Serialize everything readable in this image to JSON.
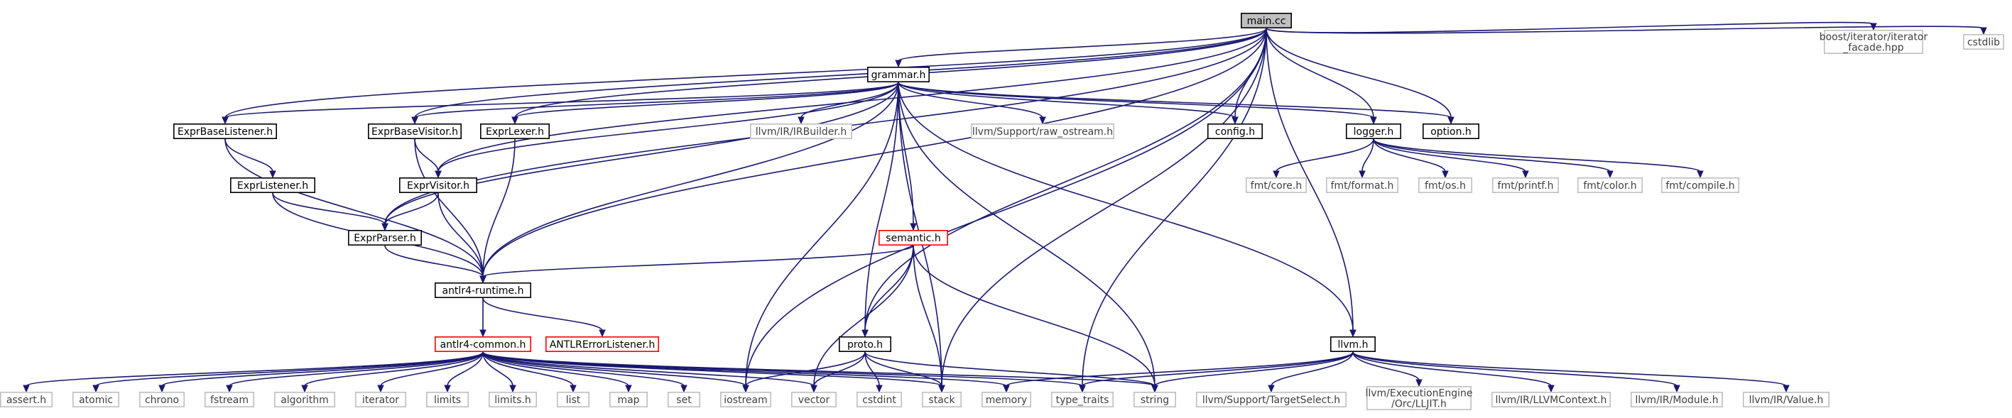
{
  "colors": {
    "edge": "#191970",
    "text": "#000000",
    "normal_border": "#000000",
    "normal_fill": "#ffffff",
    "root_fill": "#bfbfbf",
    "truncated_border": "#ff0000",
    "system_border": "#bfbfbf",
    "system_text": "#404040"
  },
  "nodes": {
    "main_cc": {
      "label": "main.cc",
      "kind": "root"
    },
    "boost_iter": {
      "label": "boost/iterator/iterator\n_facade.hpp",
      "kind": "system"
    },
    "cstdlib": {
      "label": "cstdlib",
      "kind": "system"
    },
    "grammar_h": {
      "label": "grammar.h",
      "kind": "normal"
    },
    "ExprBaseListener_h": {
      "label": "ExprBaseListener.h",
      "kind": "normal"
    },
    "ExprBaseVisitor_h": {
      "label": "ExprBaseVisitor.h",
      "kind": "normal"
    },
    "ExprLexer_h": {
      "label": "ExprLexer.h",
      "kind": "normal"
    },
    "IRBuilder_h": {
      "label": "llvm/IR/IRBuilder.h",
      "kind": "system"
    },
    "raw_ostream_h": {
      "label": "llvm/Support/raw_ostream.h",
      "kind": "system"
    },
    "config_h": {
      "label": "config.h",
      "kind": "normal"
    },
    "logger_h": {
      "label": "logger.h",
      "kind": "normal"
    },
    "option_h": {
      "label": "option.h",
      "kind": "normal"
    },
    "ExprListener_h": {
      "label": "ExprListener.h",
      "kind": "normal"
    },
    "ExprVisitor_h": {
      "label": "ExprVisitor.h",
      "kind": "normal"
    },
    "fmt_core": {
      "label": "fmt/core.h",
      "kind": "system"
    },
    "fmt_format": {
      "label": "fmt/format.h",
      "kind": "system"
    },
    "fmt_os": {
      "label": "fmt/os.h",
      "kind": "system"
    },
    "fmt_printf": {
      "label": "fmt/printf.h",
      "kind": "system"
    },
    "fmt_color": {
      "label": "fmt/color.h",
      "kind": "system"
    },
    "fmt_compile": {
      "label": "fmt/compile.h",
      "kind": "system"
    },
    "ExprParser_h": {
      "label": "ExprParser.h",
      "kind": "normal"
    },
    "semantic_h": {
      "label": "semantic.h",
      "kind": "truncated"
    },
    "antlr4_runtime_h": {
      "label": "antlr4-runtime.h",
      "kind": "normal"
    },
    "antlr4_common_h": {
      "label": "antlr4-common.h",
      "kind": "truncated"
    },
    "ANTLRErrorListener_h": {
      "label": "ANTLRErrorListener.h",
      "kind": "truncated"
    },
    "proto_h": {
      "label": "proto.h",
      "kind": "normal"
    },
    "llvm_h": {
      "label": "llvm.h",
      "kind": "normal"
    },
    "assert_h": {
      "label": "assert.h",
      "kind": "system"
    },
    "atomic": {
      "label": "atomic",
      "kind": "system"
    },
    "chrono": {
      "label": "chrono",
      "kind": "system"
    },
    "fstream": {
      "label": "fstream",
      "kind": "system"
    },
    "algorithm": {
      "label": "algorithm",
      "kind": "system"
    },
    "iterator": {
      "label": "iterator",
      "kind": "system"
    },
    "limits": {
      "label": "limits",
      "kind": "system"
    },
    "limits_h": {
      "label": "limits.h",
      "kind": "system"
    },
    "list": {
      "label": "list",
      "kind": "system"
    },
    "map": {
      "label": "map",
      "kind": "system"
    },
    "set": {
      "label": "set",
      "kind": "system"
    },
    "iostream": {
      "label": "iostream",
      "kind": "system"
    },
    "vector": {
      "label": "vector",
      "kind": "system"
    },
    "cstdint": {
      "label": "cstdint",
      "kind": "system"
    },
    "stack": {
      "label": "stack",
      "kind": "system"
    },
    "memory": {
      "label": "memory",
      "kind": "system"
    },
    "type_traits": {
      "label": "type_traits",
      "kind": "system"
    },
    "string": {
      "label": "string",
      "kind": "system"
    },
    "TargetSelect_h": {
      "label": "llvm/Support/TargetSelect.h",
      "kind": "system"
    },
    "LLJIT_h": {
      "label": "llvm/ExecutionEngine\n/Orc/LLJIT.h",
      "kind": "system"
    },
    "LLVMContext_h": {
      "label": "llvm/IR/LLVMContext.h",
      "kind": "system"
    },
    "Module_h": {
      "label": "llvm/IR/Module.h",
      "kind": "system"
    },
    "Value_h": {
      "label": "llvm/IR/Value.h",
      "kind": "system"
    }
  },
  "edges": [
    [
      "main_cc",
      "grammar_h"
    ],
    [
      "main_cc",
      "ExprBaseListener_h"
    ],
    [
      "main_cc",
      "ExprBaseVisitor_h"
    ],
    [
      "main_cc",
      "ExprLexer_h"
    ],
    [
      "main_cc",
      "ExprVisitor_h"
    ],
    [
      "main_cc",
      "ExprParser_h"
    ],
    [
      "main_cc",
      "antlr4_runtime_h"
    ],
    [
      "main_cc",
      "config_h"
    ],
    [
      "main_cc",
      "logger_h"
    ],
    [
      "main_cc",
      "option_h"
    ],
    [
      "main_cc",
      "proto_h"
    ],
    [
      "main_cc",
      "llvm_h"
    ],
    [
      "main_cc",
      "boost_iter"
    ],
    [
      "main_cc",
      "cstdlib"
    ],
    [
      "main_cc",
      "iostream"
    ],
    [
      "main_cc",
      "stack"
    ],
    [
      "main_cc",
      "type_traits"
    ],
    [
      "grammar_h",
      "ExprBaseListener_h"
    ],
    [
      "grammar_h",
      "ExprBaseVisitor_h"
    ],
    [
      "grammar_h",
      "ExprLexer_h"
    ],
    [
      "grammar_h",
      "IRBuilder_h"
    ],
    [
      "grammar_h",
      "raw_ostream_h"
    ],
    [
      "grammar_h",
      "config_h"
    ],
    [
      "grammar_h",
      "logger_h"
    ],
    [
      "grammar_h",
      "option_h"
    ],
    [
      "grammar_h",
      "ExprVisitor_h"
    ],
    [
      "grammar_h",
      "ExprParser_h"
    ],
    [
      "grammar_h",
      "antlr4_runtime_h"
    ],
    [
      "grammar_h",
      "semantic_h"
    ],
    [
      "grammar_h",
      "proto_h"
    ],
    [
      "grammar_h",
      "llvm_h"
    ],
    [
      "grammar_h",
      "iostream"
    ],
    [
      "grammar_h",
      "stack"
    ],
    [
      "grammar_h",
      "string"
    ],
    [
      "ExprBaseListener_h",
      "ExprListener_h"
    ],
    [
      "ExprBaseListener_h",
      "antlr4_runtime_h"
    ],
    [
      "ExprBaseVisitor_h",
      "ExprVisitor_h"
    ],
    [
      "ExprBaseVisitor_h",
      "antlr4_runtime_h"
    ],
    [
      "ExprLexer_h",
      "antlr4_runtime_h"
    ],
    [
      "ExprListener_h",
      "ExprParser_h"
    ],
    [
      "ExprListener_h",
      "antlr4_runtime_h"
    ],
    [
      "ExprVisitor_h",
      "ExprParser_h"
    ],
    [
      "ExprVisitor_h",
      "antlr4_runtime_h"
    ],
    [
      "ExprParser_h",
      "antlr4_runtime_h"
    ],
    [
      "logger_h",
      "fmt_core"
    ],
    [
      "logger_h",
      "fmt_format"
    ],
    [
      "logger_h",
      "fmt_os"
    ],
    [
      "logger_h",
      "fmt_printf"
    ],
    [
      "logger_h",
      "fmt_color"
    ],
    [
      "logger_h",
      "fmt_compile"
    ],
    [
      "semantic_h",
      "antlr4_runtime_h"
    ],
    [
      "semantic_h",
      "proto_h"
    ],
    [
      "semantic_h",
      "vector"
    ],
    [
      "semantic_h",
      "stack"
    ],
    [
      "semantic_h",
      "string"
    ],
    [
      "antlr4_runtime_h",
      "antlr4_common_h"
    ],
    [
      "antlr4_runtime_h",
      "ANTLRErrorListener_h"
    ],
    [
      "antlr4_common_h",
      "assert_h"
    ],
    [
      "antlr4_common_h",
      "atomic"
    ],
    [
      "antlr4_common_h",
      "chrono"
    ],
    [
      "antlr4_common_h",
      "fstream"
    ],
    [
      "antlr4_common_h",
      "algorithm"
    ],
    [
      "antlr4_common_h",
      "iterator"
    ],
    [
      "antlr4_common_h",
      "limits"
    ],
    [
      "antlr4_common_h",
      "limits_h"
    ],
    [
      "antlr4_common_h",
      "list"
    ],
    [
      "antlr4_common_h",
      "map"
    ],
    [
      "antlr4_common_h",
      "set"
    ],
    [
      "antlr4_common_h",
      "iostream"
    ],
    [
      "antlr4_common_h",
      "vector"
    ],
    [
      "antlr4_common_h",
      "stack"
    ],
    [
      "antlr4_common_h",
      "memory"
    ],
    [
      "antlr4_common_h",
      "type_traits"
    ],
    [
      "antlr4_common_h",
      "string"
    ],
    [
      "proto_h",
      "iostream"
    ],
    [
      "proto_h",
      "vector"
    ],
    [
      "proto_h",
      "cstdint"
    ],
    [
      "proto_h",
      "stack"
    ],
    [
      "proto_h",
      "string"
    ],
    [
      "llvm_h",
      "memory"
    ],
    [
      "llvm_h",
      "type_traits"
    ],
    [
      "llvm_h",
      "string"
    ],
    [
      "llvm_h",
      "TargetSelect_h"
    ],
    [
      "llvm_h",
      "LLJIT_h"
    ],
    [
      "llvm_h",
      "LLVMContext_h"
    ],
    [
      "llvm_h",
      "Module_h"
    ],
    [
      "llvm_h",
      "Value_h"
    ]
  ]
}
